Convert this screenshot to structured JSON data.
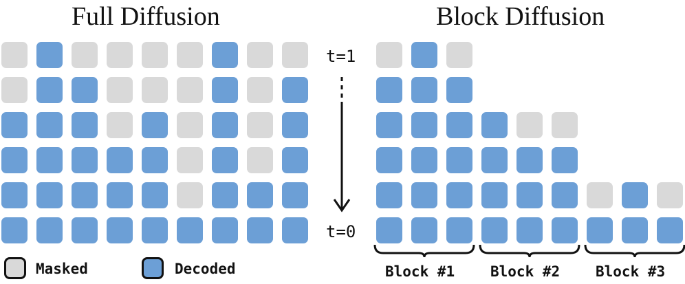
{
  "full_diffusion": {
    "title": "Full Diffusion",
    "rows": [
      [
        0,
        1,
        0,
        0,
        0,
        0,
        1,
        0,
        0
      ],
      [
        0,
        1,
        1,
        0,
        0,
        0,
        1,
        0,
        1
      ],
      [
        1,
        1,
        1,
        0,
        1,
        0,
        1,
        0,
        1
      ],
      [
        1,
        1,
        1,
        1,
        1,
        0,
        1,
        0,
        1
      ],
      [
        1,
        1,
        1,
        1,
        1,
        0,
        1,
        1,
        1
      ],
      [
        1,
        1,
        1,
        1,
        1,
        1,
        1,
        1,
        1
      ]
    ]
  },
  "block_diffusion": {
    "title": "Block Diffusion",
    "rows": [
      [
        0,
        1,
        0
      ],
      [
        1,
        1,
        1
      ],
      [
        1,
        1,
        1,
        1,
        0,
        0
      ],
      [
        1,
        1,
        1,
        1,
        1,
        1
      ],
      [
        1,
        1,
        1,
        1,
        1,
        1,
        0,
        1,
        0
      ],
      [
        1,
        1,
        1,
        1,
        1,
        1,
        1,
        1,
        1
      ]
    ],
    "blocks": [
      {
        "label": "Block #1"
      },
      {
        "label": "Block #2"
      },
      {
        "label": "Block #3"
      }
    ]
  },
  "time_axis": {
    "start_label": "t=1",
    "end_label": "t=0"
  },
  "legend": {
    "masked_label": "Masked",
    "decoded_label": "Decoded"
  },
  "colors": {
    "masked": "#d9d9d9",
    "decoded": "#6c9fd6",
    "decoded_edge": "#5a8cc6",
    "ink": "#111111"
  }
}
